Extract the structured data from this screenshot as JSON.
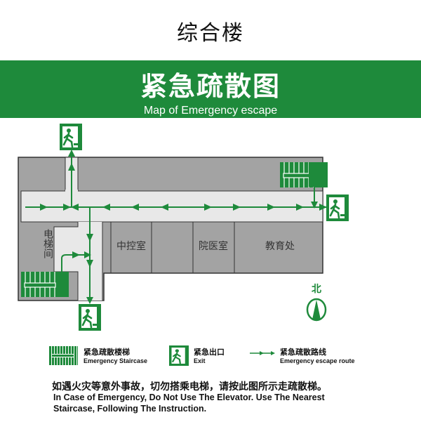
{
  "header": {
    "building_title": "综合楼",
    "map_title_cn": "紧急疏散图",
    "map_title_en": "Map of Emergency escape"
  },
  "rooms": {
    "elevator": "电梯间",
    "control_room": "中控室",
    "clinic": "院医室",
    "education_office": "教育处"
  },
  "compass": {
    "north_label": "北"
  },
  "legend": [
    {
      "icon": "staircase-icon",
      "cn": "紧急疏散楼梯",
      "en": "Emergency Staircase"
    },
    {
      "icon": "exit-icon",
      "cn": "紧急出口",
      "en": "Exit"
    },
    {
      "icon": "route-arrow-icon",
      "cn": "紧急疏散路线",
      "en": "Emergency escape route"
    }
  ],
  "notice": {
    "cn": "如遇火灾等意外事故，切勿搭乘电梯，请按此图所示走疏散梯。",
    "en_line1": "In Case of Emergency, Do Not Use The Elevator. Use The Nearest",
    "en_line2": "Staircase, Following The Instruction."
  },
  "colors": {
    "green": "#1e8a3b",
    "wall": "#a3a3a3",
    "corridor": "#e8e8e8"
  }
}
